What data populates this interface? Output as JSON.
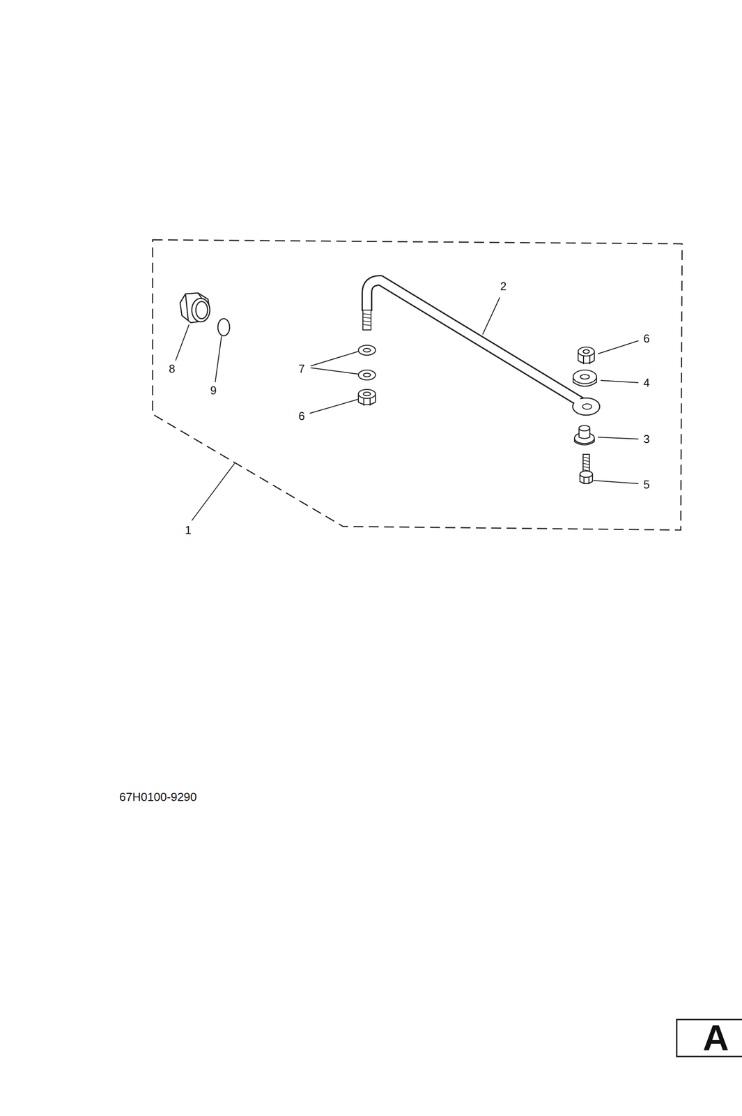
{
  "diagram": {
    "labels": [
      "2",
      "6",
      "4",
      "3",
      "5",
      "7",
      "6",
      "8",
      "9",
      "1",
      "67H0100-9290",
      "A"
    ]
  }
}
